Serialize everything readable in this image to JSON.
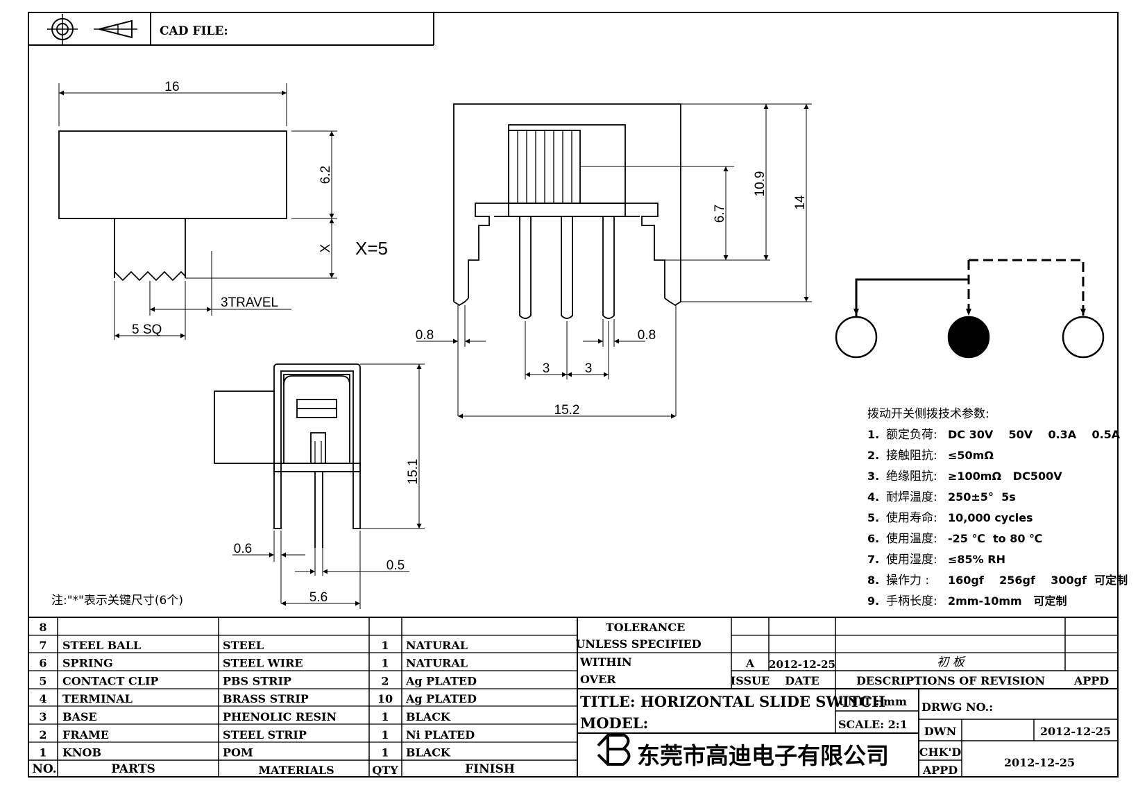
{
  "header": {
    "cad_file_label": "CAD FILE:",
    "projection_icon": "third-angle-projection-icon"
  },
  "dimensions": {
    "width": "16",
    "height": "6.2",
    "x": "X",
    "x_value": "X=5",
    "travel": "3TRAVEL",
    "knob_sq": "5 SQ",
    "pin_w_left": "0.8",
    "pin_w_right": "0.8",
    "pitch_1": "3",
    "pitch_2": "3",
    "overall_w": "15.2",
    "h_67": "6.7",
    "h_109": "10.9",
    "h_14": "14",
    "h_151": "15.1",
    "frame_t": "0.6",
    "pin_t": "0.5",
    "side_w": "5.6"
  },
  "note": "注:\"*\"表示关键尺寸(6个)",
  "specs": {
    "title": "拨动开关侧拨技术参数:",
    "items": [
      {
        "num": "1.",
        "label": "额定负荷:",
        "value": "DC 30V    50V    0.3A    0.5A"
      },
      {
        "num": "2.",
        "label": "接触阻抗:",
        "value": "≤50mΩ"
      },
      {
        "num": "3.",
        "label": "绝缘阻抗:",
        "value": "≥100mΩ   DC500V"
      },
      {
        "num": "4.",
        "label": "耐焊温度:",
        "value": "250±5°  5s"
      },
      {
        "num": "5.",
        "label": "使用寿命:",
        "value": "10,000 cycles"
      },
      {
        "num": "6.",
        "label": "使用温度:",
        "value": "-25 ℃  to 80 ℃"
      },
      {
        "num": "7.",
        "label": "使用湿度:",
        "value": "≤85% RH"
      },
      {
        "num": "8.",
        "label": "操作力 :",
        "value": "160gf    256gf    300gf  可定制"
      },
      {
        "num": "9.",
        "label": "手柄长度:",
        "value": "2mm-10mm   可定制"
      }
    ]
  },
  "bom": {
    "rows": [
      {
        "no": "8",
        "part": "",
        "material": "",
        "qty": "",
        "finish": ""
      },
      {
        "no": "7",
        "part": "STEEL BALL",
        "material": "STEEL",
        "qty": "1",
        "finish": "NATURAL"
      },
      {
        "no": "6",
        "part": "SPRING",
        "material": "STEEL WIRE",
        "qty": "1",
        "finish": "NATURAL"
      },
      {
        "no": "5",
        "part": "CONTACT CLIP",
        "material": "PBS STRIP",
        "qty": "2",
        "finish": "Ag PLATED"
      },
      {
        "no": "4",
        "part": "TERMINAL",
        "material": "BRASS STRIP",
        "qty": "10",
        "finish": "Ag PLATED"
      },
      {
        "no": "3",
        "part": "BASE",
        "material": "PHENOLIC RESIN",
        "qty": "1",
        "finish": "BLACK"
      },
      {
        "no": "2",
        "part": "FRAME",
        "material": "STEEL STRIP",
        "qty": "1",
        "finish": "Ni PLATED"
      },
      {
        "no": "1",
        "part": "KNOB",
        "material": "POM",
        "qty": "1",
        "finish": "BLACK"
      }
    ],
    "headers": {
      "no": "NO.",
      "parts": "PARTS",
      "materials": "MATERIALS",
      "qty": "QTY",
      "finish": "FINISH"
    }
  },
  "title_block": {
    "tolerance": "TOLERANCE",
    "unless": "UNLESS   SPECIFIED",
    "within": "WITHIN",
    "over": "OVER",
    "issue_value": "A",
    "issue_label": "ISSUE",
    "date_value": "2012-12-25",
    "date_label": "DATE",
    "revision_desc": "初 板",
    "descriptions_label": "DESCRIPTIONS OF REVISION",
    "appd_label": "APPD",
    "title": "TITLE: HORIZONTAL SLIDE SWITCH",
    "unit": "UNIT : mm",
    "drwg_no": "DRWG NO.:",
    "model": "MODEL:",
    "scale": "SCALE: 2:1",
    "dwn": "DWN",
    "dwn_date": "2012-12-25",
    "chkd": "CHK'D",
    "appd": "APPD",
    "chk_date": "2012-12-25",
    "company": "东莞市高迪电子有限公司",
    "company_logo": "gaodi-logo-icon"
  }
}
